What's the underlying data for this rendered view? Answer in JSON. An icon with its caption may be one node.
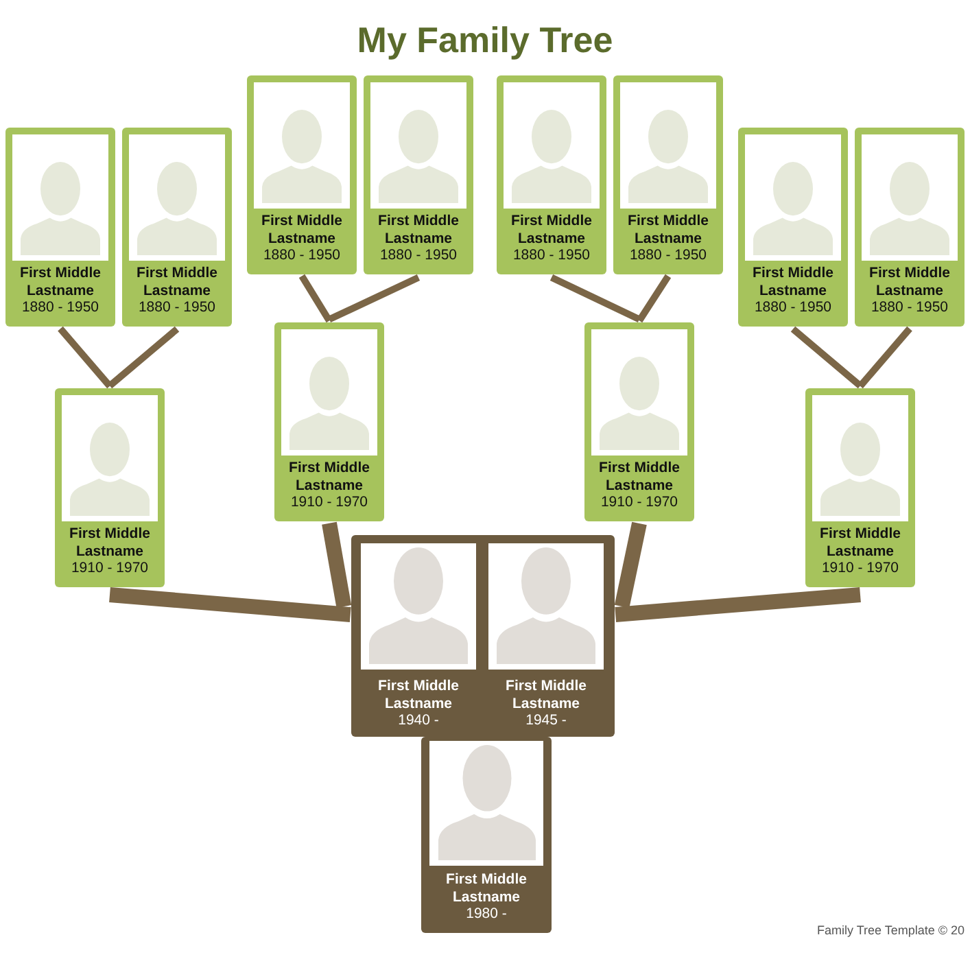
{
  "diagram": {
    "title": "My Family Tree",
    "nodes": [
      {
        "text": [
          "First Middle Lastname",
          "1880 - 1950"
        ]
      },
      {
        "text": [
          "First Middle Lastname",
          "1880 - 1950"
        ]
      },
      {
        "text": [
          "First Middle Lastname",
          "1880 - 1950"
        ]
      },
      {
        "text": [
          "First Middle Lastname",
          "1880 - 1950"
        ]
      },
      {
        "text": [
          "First Middle Lastname",
          "1880 - 1950"
        ]
      },
      {
        "text": [
          "First Middle Lastname",
          "1880 - 1950"
        ]
      },
      {
        "text": [
          "First Middle Lastname",
          "1880 - 1950"
        ]
      },
      {
        "text": [
          "First Middle Lastname",
          "1880 - 1950"
        ]
      },
      {
        "text": [
          "First Middle Lastname",
          "1910 - 1970"
        ]
      },
      {
        "text": [
          "First Middle Lastname",
          "1910 - 1970"
        ]
      },
      {
        "text": [
          "First Middle Lastname",
          "1910 - 1970"
        ]
      },
      {
        "text": [
          "First Middle Lastname",
          "1910 - 1970"
        ]
      },
      {
        "text": [],
        "shape": "box"
      },
      {
        "text": [
          "First Middle Lastname",
          "1940 -"
        ],
        "in": 12
      },
      {
        "text": [
          "First Middle Lastname",
          "1945 -"
        ],
        "in": 12
      },
      {
        "text": [
          "First Middle Lastname",
          "1980 -"
        ]
      }
    ],
    "edges": [
      {
        "from": 0,
        "to": 8,
        "arrow": "none"
      },
      {
        "from": 1,
        "to": 8,
        "arrow": "none"
      },
      {
        "from": 2,
        "to": 9,
        "arrow": "none"
      },
      {
        "from": 3,
        "to": 9,
        "arrow": "none"
      },
      {
        "from": 4,
        "to": 10,
        "arrow": "none"
      },
      {
        "from": 5,
        "to": 10,
        "arrow": "none"
      },
      {
        "from": 6,
        "to": 11,
        "arrow": "none"
      },
      {
        "from": 7,
        "to": 11,
        "arrow": "none"
      },
      {
        "from": 10,
        "to": 12,
        "arrow": "none",
        "style": "thick"
      },
      {
        "from": 8,
        "to": 12,
        "arrow": "none",
        "style": "thick"
      },
      {
        "from": 9,
        "to": 12,
        "arrow": "none",
        "style": "thick"
      },
      {
        "from": 11,
        "to": 12,
        "arrow": "none",
        "style": "thick"
      }
    ],
    "labels": [
      "Family Tree Template © 20"
    ]
  }
}
